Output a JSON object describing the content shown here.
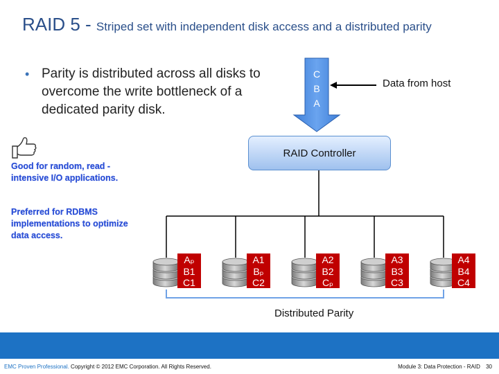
{
  "title": {
    "main": "RAID 5 - ",
    "subtitle": "Striped set with independent disk access and a distributed parity"
  },
  "bullet": "Parity is distributed across all disks to overcome the write bottleneck of a dedicated parity disk.",
  "notes": [
    "Good for random, read -intensive I/O applications.",
    "Preferred for RDBMS implementations to optimize data access."
  ],
  "arrow_letters": [
    "C",
    "B",
    "A"
  ],
  "host_label": "Data from host",
  "controller_label": "RAID Controller",
  "disks": [
    [
      "Aₚ",
      "B1",
      "C1"
    ],
    [
      "A1",
      "Bₚ",
      "C2"
    ],
    [
      "A2",
      "B2",
      "Cₚ"
    ],
    [
      "A3",
      "B3",
      "C3"
    ],
    [
      "A4",
      "B4",
      "C4"
    ]
  ],
  "distributed_parity_label": "Distributed Parity",
  "footer": {
    "brand": "EMC Proven Professional.",
    "copyright": " Copyright © 2012 EMC Corporation. All Rights Reserved.",
    "module": "Module 3: Data Protection - RAID",
    "page": "30"
  },
  "colors": {
    "title": "#2a4f8a",
    "notes": "#2b4fd6",
    "arrow": "#4a8be0",
    "disk_label": "#c00000",
    "footer_bar": "#1d72c4"
  }
}
